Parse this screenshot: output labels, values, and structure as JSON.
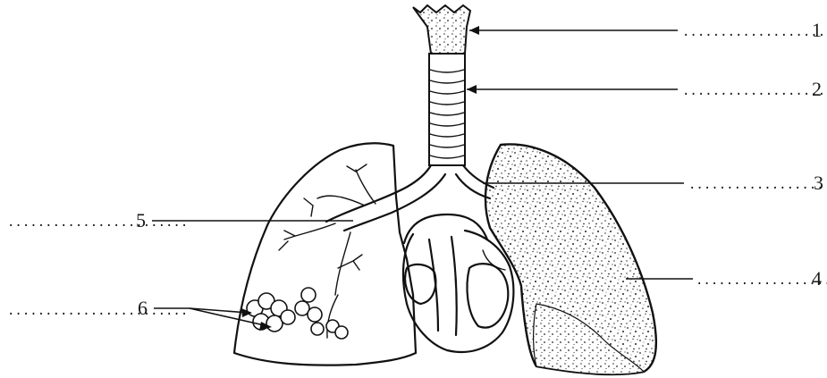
{
  "labels": [
    {
      "number": "1",
      "blank": "..................."
    },
    {
      "number": "2",
      "blank": "..................."
    },
    {
      "number": "3",
      "blank": "..................."
    },
    {
      "number": "4",
      "blank": "..................."
    },
    {
      "number": "5",
      "blank": "........................"
    },
    {
      "number": "6",
      "blank": "........................"
    }
  ]
}
